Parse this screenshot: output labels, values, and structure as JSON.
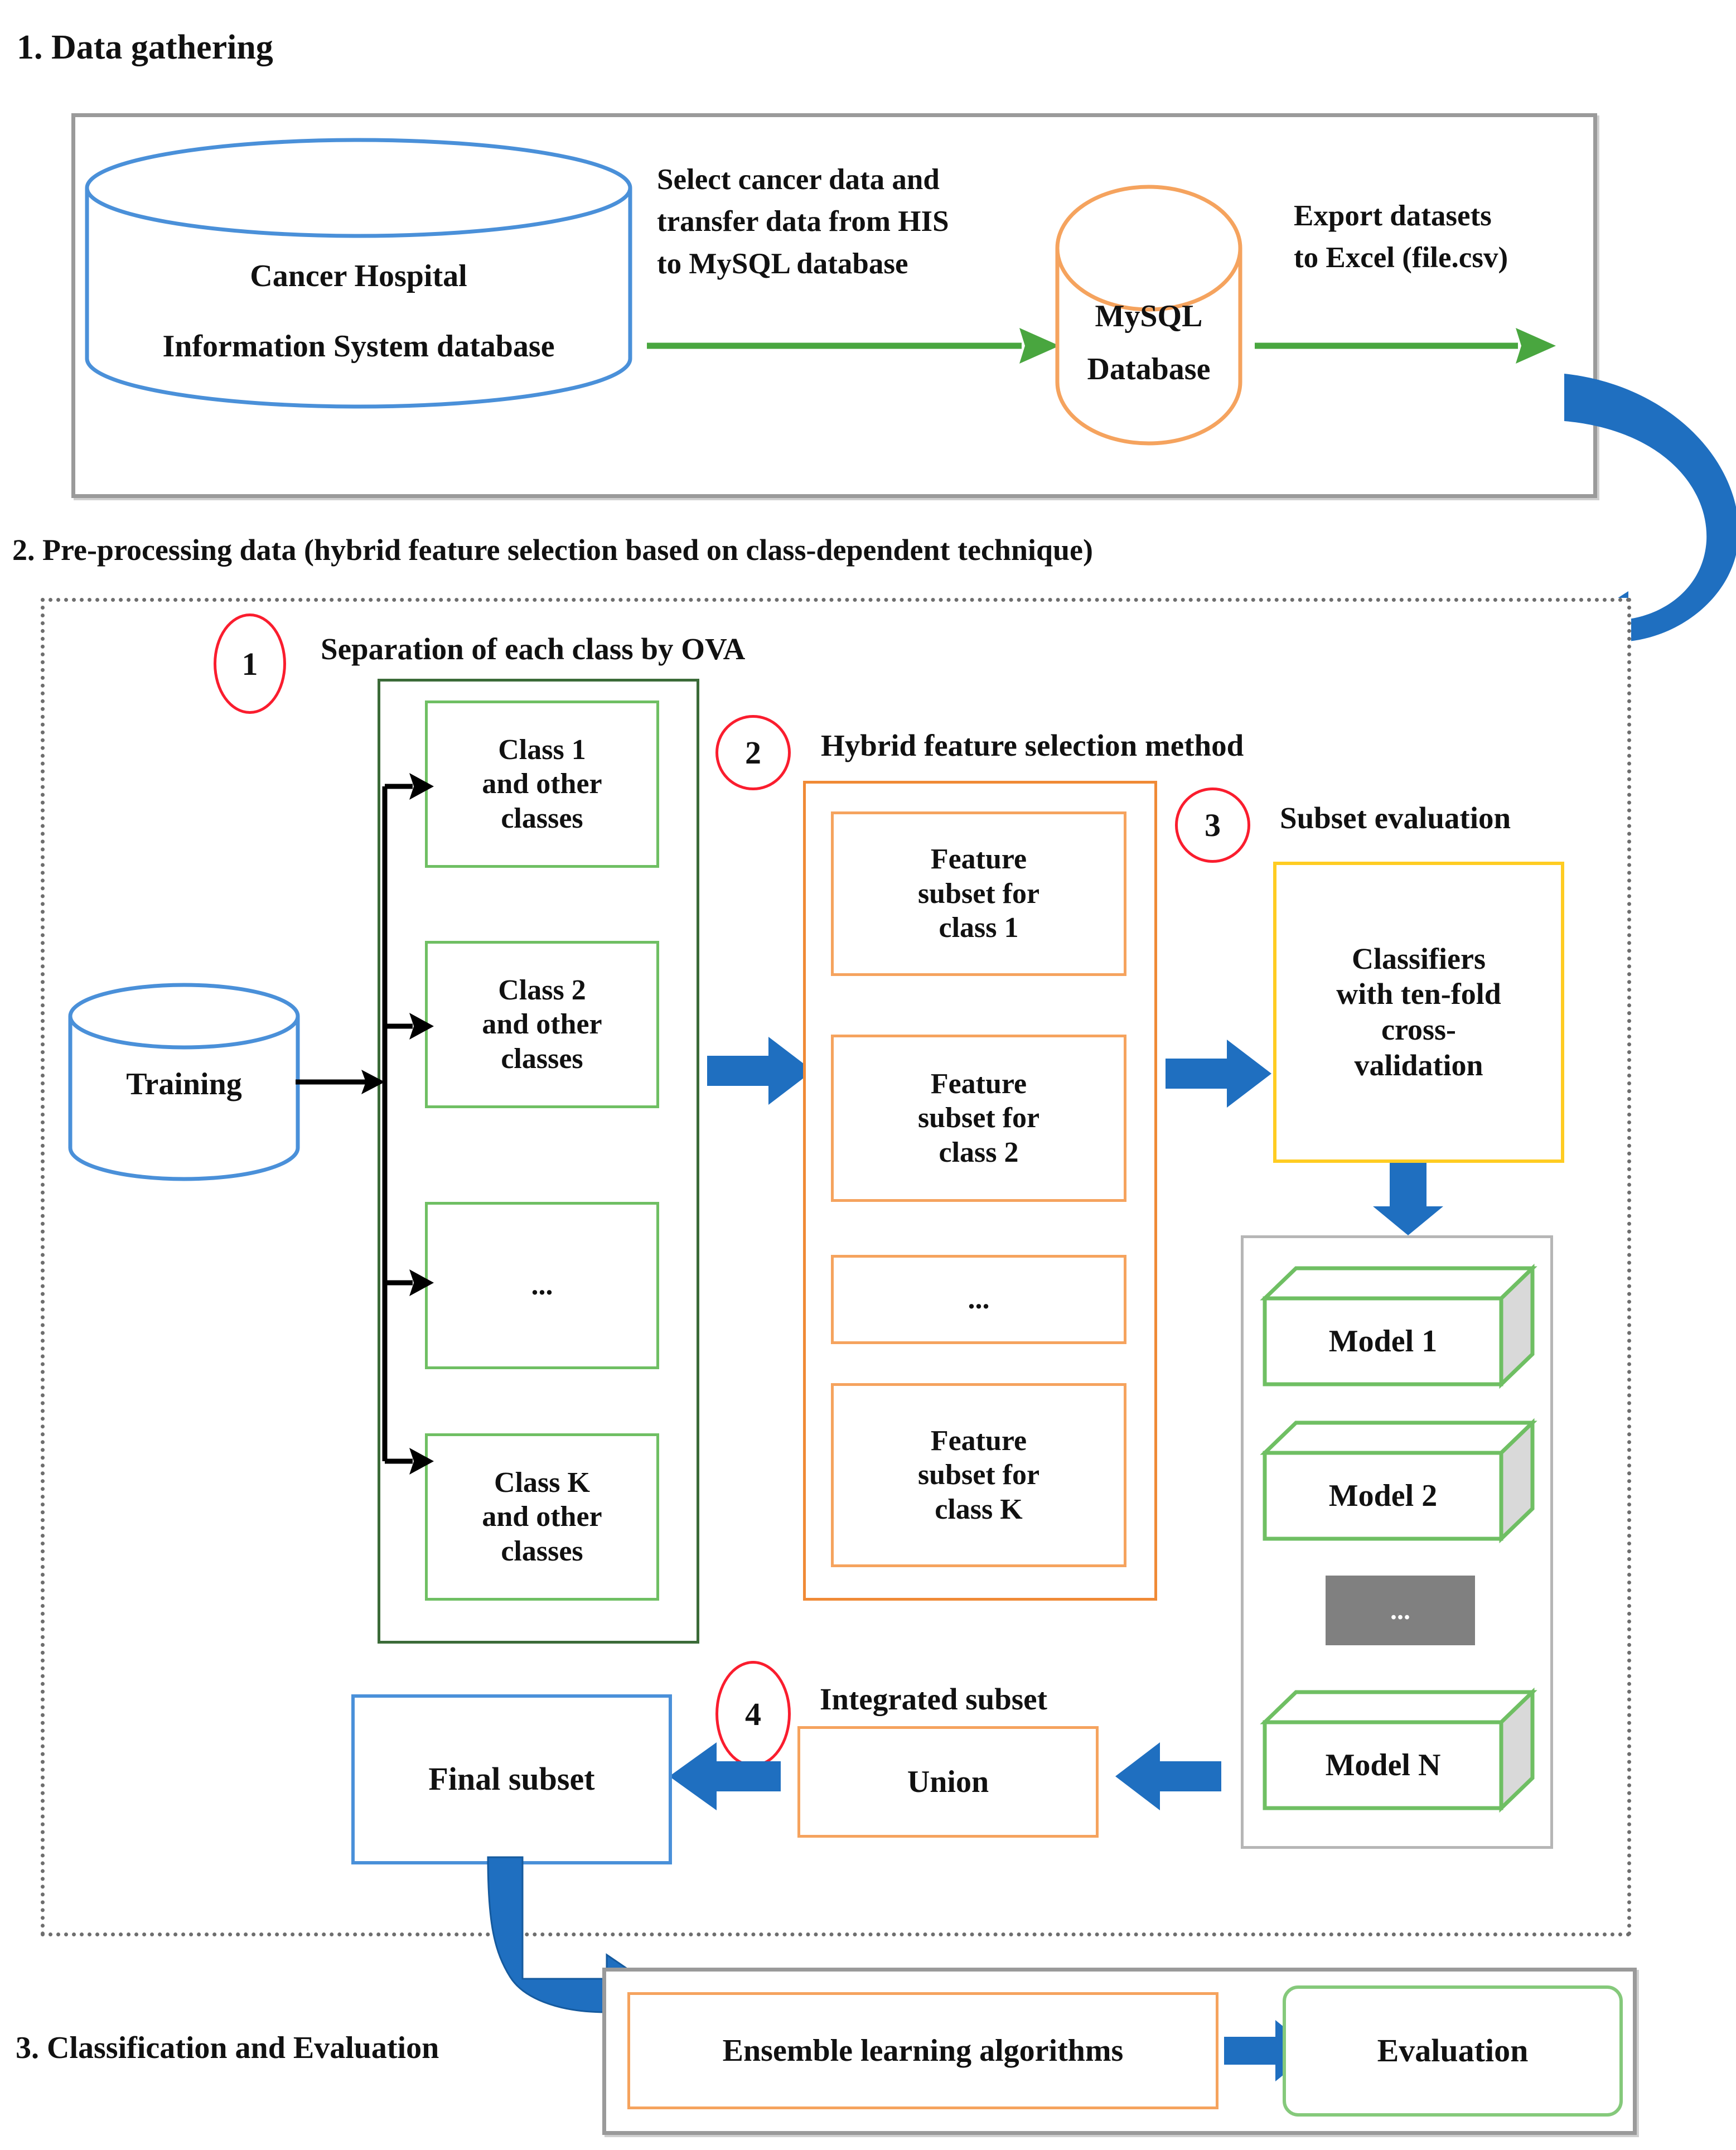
{
  "colors": {
    "blue_arrow": "#1f6fc0",
    "green_arrow": "#49a63f",
    "red_circle": "#fa1d2e",
    "orange": "#f08a36",
    "green": "#6fbf63",
    "yellow": "#ffcc22",
    "db_blue": "#4a90d9",
    "grey_frame": "#9a9a9a"
  },
  "sections": {
    "one": {
      "label": "1. Data gathering",
      "source_db": {
        "line1": "Cancer Hospital",
        "line2": "Information System database"
      },
      "arrow1_caption": "Select cancer data and\ntransfer data from HIS\nto MySQL database",
      "arrow1_caption_lines": [
        "Select cancer data and",
        "transfer data from HIS",
        "to MySQL database"
      ],
      "mysql_db": {
        "line1": "MySQL",
        "line2": "Database"
      },
      "arrow2_caption_lines": [
        "Export datasets",
        "to Excel (file.csv)"
      ]
    },
    "two": {
      "label": "2. Pre-processing data (hybrid feature selection based on class-dependent technique)",
      "steps": [
        {
          "number": "1",
          "title": "Separation of each class by OVA"
        },
        {
          "number": "2",
          "title": "Hybrid feature selection method"
        },
        {
          "number": "3",
          "title": "Subset evaluation"
        },
        {
          "number": "4",
          "title": "Integrated subset"
        }
      ],
      "training_db": "Training",
      "class_boxes": [
        {
          "lines": [
            "Class 1",
            "and other",
            "classes"
          ]
        },
        {
          "lines": [
            "Class 2",
            "and other",
            "classes"
          ]
        },
        {
          "lines": [
            "..."
          ]
        },
        {
          "lines": [
            "Class K",
            "and other",
            "classes"
          ]
        }
      ],
      "feature_boxes": [
        {
          "lines": [
            "Feature",
            "subset for",
            "class 1"
          ]
        },
        {
          "lines": [
            "Feature",
            "subset for",
            "class 2"
          ]
        },
        {
          "lines": [
            "..."
          ]
        },
        {
          "lines": [
            "Feature",
            "subset for",
            "class K"
          ]
        }
      ],
      "classifier_box": {
        "lines": [
          "Classifiers",
          "with ten-fold",
          "cross-",
          "validation"
        ]
      },
      "models": [
        {
          "label": "Model 1"
        },
        {
          "label": "Model 2"
        },
        {
          "label": "..."
        },
        {
          "label": "Model N"
        }
      ],
      "union_box": "Union",
      "final_subset_box": "Final subset"
    },
    "three": {
      "label": "3. Classification and Evaluation",
      "ensemble_box": "Ensemble learning algorithms",
      "evaluation_box": "Evaluation"
    }
  }
}
